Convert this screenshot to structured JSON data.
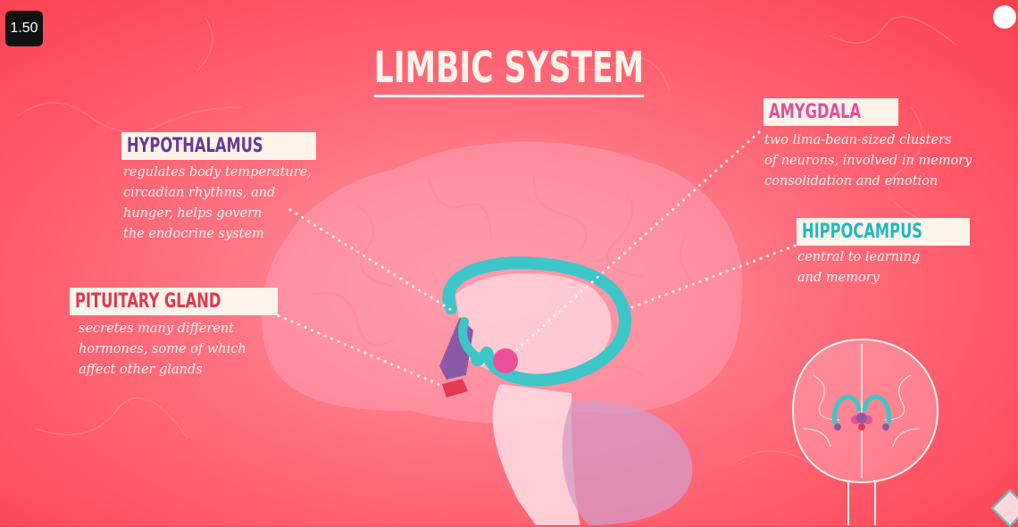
{
  "player": {
    "speed": "1.50"
  },
  "title": "LIMBIC SYSTEM",
  "labels": {
    "hypothalamus": {
      "name": "HYPOTHALAMUS",
      "color": "#6a3a90",
      "desc": [
        "regulates body temperature,",
        "circadian rhythms, and",
        "hunger, helps govern",
        "the endocrine system"
      ]
    },
    "pituitary": {
      "name": "PITUITARY GLAND",
      "color": "#e0384f",
      "desc": [
        "secretes many different",
        "hormones, some of which",
        "affect other glands"
      ]
    },
    "amygdala": {
      "name": "AMYGDALA",
      "color": "#e0509a",
      "desc": [
        "two lima-bean-sized clusters",
        "of neurons, involved in memory",
        "consolidation and emotion"
      ]
    },
    "hippocampus": {
      "name": "HIPPOCAMPUS",
      "color": "#1fb8bd",
      "desc": [
        "central to learning",
        "and memory"
      ]
    }
  },
  "colors": {
    "teal": "#3cc6c8",
    "pink": "#ee4f9a",
    "purple": "#8a5aa6",
    "cream": "#fff4ea"
  }
}
